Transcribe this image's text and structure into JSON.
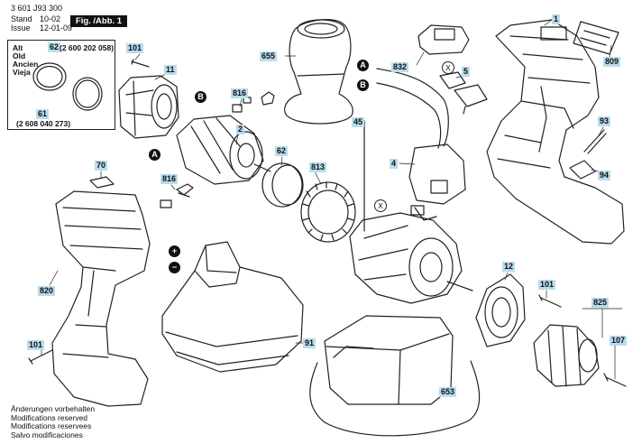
{
  "header": {
    "doc_number": "3 601 J93 300",
    "stand_label": "Stand",
    "issue_label": "Issue",
    "stand_date": "10-02",
    "issue_date": "12-01-09",
    "figure_tag": "Fig. /Abb. 1"
  },
  "inset": {
    "words": [
      "Alt",
      "Old",
      "Ancien",
      "Vieja"
    ],
    "old_part": {
      "label": "62",
      "number": "(2 600 202 058)"
    },
    "new_part": {
      "label": "61",
      "number": "(2 608 040 273)"
    }
  },
  "callouts": {
    "p101a": "101",
    "p11": "11",
    "p816a": "816",
    "p2": "2",
    "p62": "62",
    "p813": "813",
    "p816b": "816",
    "p70": "70",
    "p820": "820",
    "p101b": "101",
    "p655": "655",
    "p832": "832",
    "p5": "5",
    "p45": "45",
    "p4": "4",
    "p1": "1",
    "p809": "809",
    "p93": "93",
    "p94": "94",
    "p12": "12",
    "p101c": "101",
    "p825": "825",
    "p107": "107",
    "p91": "91",
    "p653": "653"
  },
  "markers": {
    "A": "A",
    "B": "B",
    "X": "X",
    "plus": "+",
    "minus": "−"
  },
  "notes": [
    "Änderungen vorbehalten",
    "Modifications reserved",
    "Modifications reservees",
    "Salvo modificaciones"
  ]
}
